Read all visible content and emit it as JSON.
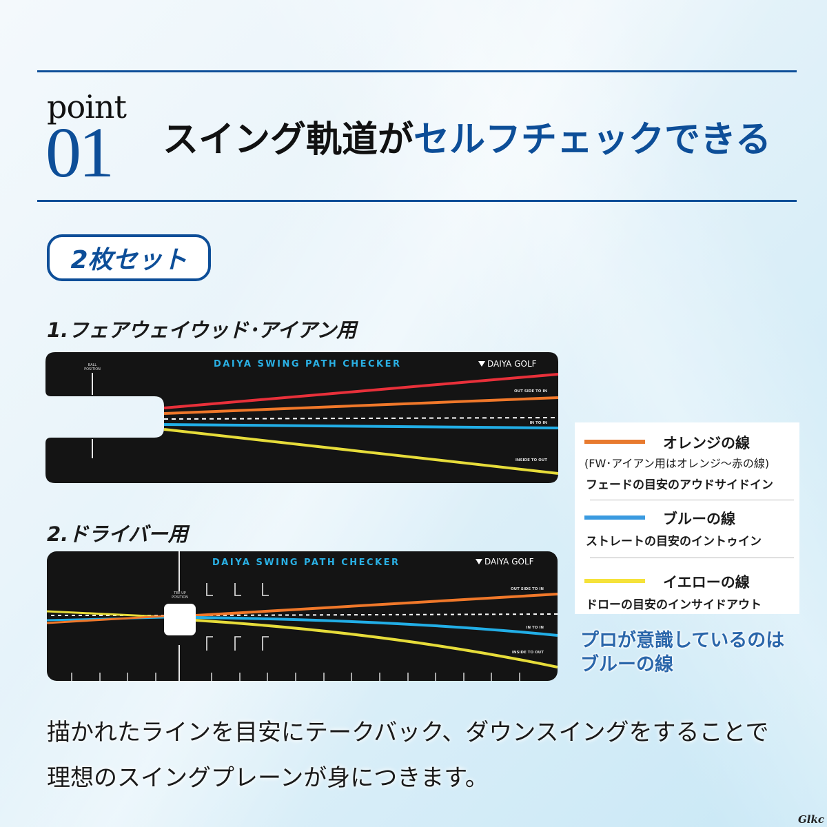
{
  "header": {
    "point_label": "point",
    "point_number": "01",
    "headline_black": "スイング軌道が",
    "headline_blue": "セルフチェックできる",
    "rule_color": "#0d4e98"
  },
  "badge": {
    "label": "2枚セット"
  },
  "sections": [
    {
      "label": "1.フェアウェイウッド･アイアン用",
      "mat": {
        "title": "DAIYA SWING PATH CHECKER",
        "brand": "DAIYA GOLF",
        "ball_position_line1": "BALL",
        "ball_position_line2": "POSITION",
        "line_labels": [
          "OUT SIDE TO IN",
          "IN TO IN",
          "INSIDE TO OUT"
        ],
        "line_colors": {
          "red": "#e8303a",
          "orange": "#f0782a",
          "blue": "#22aee6",
          "yellow": "#e6dc3a"
        }
      }
    },
    {
      "label": "2.ドライバー用",
      "mat": {
        "title": "DAIYA SWING PATH CHECKER",
        "brand": "DAIYA GOLF",
        "tee_up_line1": "TEE UP",
        "tee_up_line2": "POSITION",
        "line_labels": [
          "OUT SIDE TO IN",
          "IN TO IN",
          "INSIDE TO OUT"
        ],
        "line_colors": {
          "orange": "#f0782a",
          "blue": "#22aee6",
          "yellow": "#e6dc3a"
        }
      }
    }
  ],
  "legend": {
    "items": [
      {
        "color": "#e87a2e",
        "title": "オレンジの線",
        "sub": "(FW･アイアン用はオレンジ～赤の線)",
        "desc": "フェードの目安のアウドサイドイン"
      },
      {
        "color": "#3a9ae0",
        "title": "ブルーの線",
        "desc": "ストレートの目安のイントゥイン"
      },
      {
        "color": "#f5e23a",
        "title": "イエローの線",
        "desc": "ドローの目安のインサイドアウト"
      }
    ]
  },
  "pro_note": {
    "line1": "プロが意識しているのは",
    "line2": "ブルーの線"
  },
  "body": {
    "line1": "描かれたラインを目安にテークバック、ダウンスイングをすることで",
    "line2": "理想のスイングプレーンが身につきます。"
  },
  "watermark": "Glkc"
}
